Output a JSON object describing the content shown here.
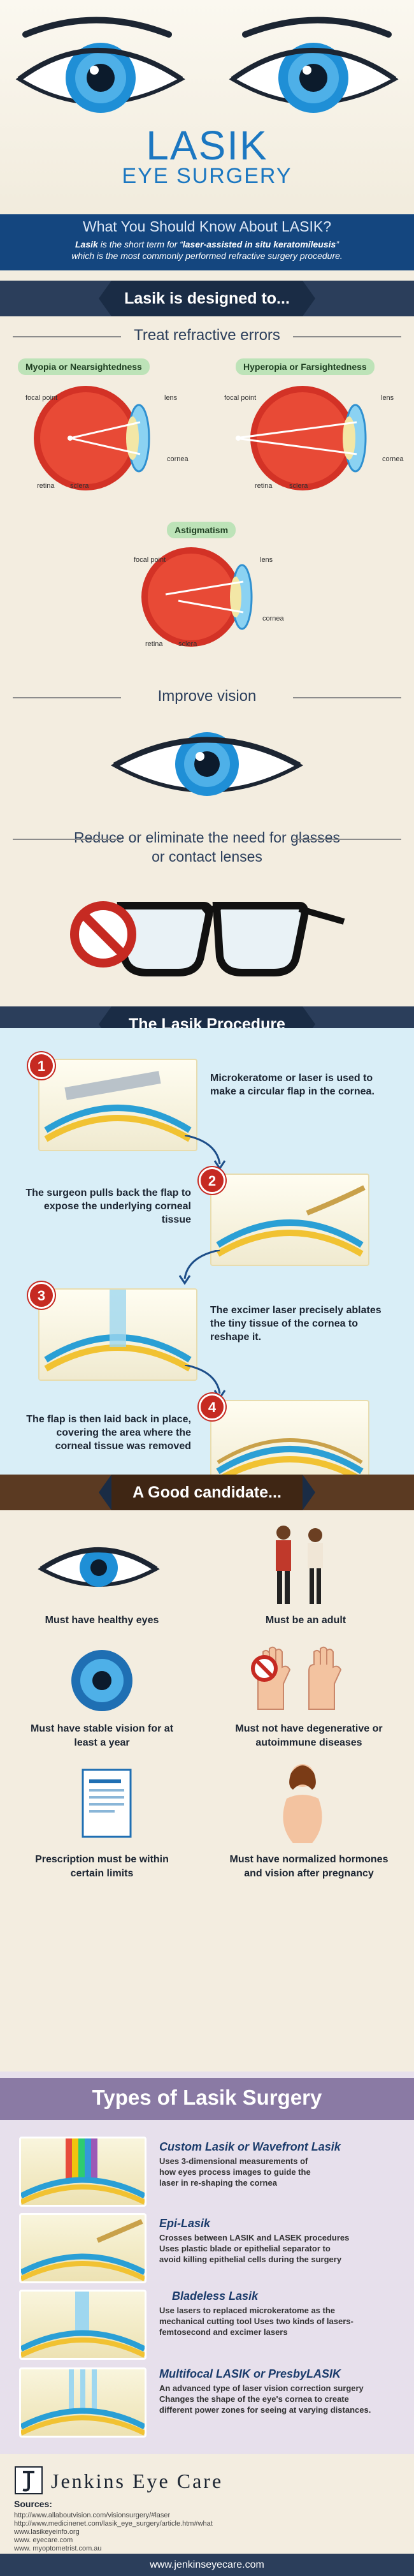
{
  "hero": {
    "title": "LASIK",
    "subtitle": "EYE SURGERY",
    "question": "What You Should Know About LASIK?",
    "desc_term": "Lasik",
    "desc_line1_mid": " is the short term for “",
    "desc_bold": "laser-assisted in situ keratomileusis",
    "desc_line1_end": "”",
    "desc_line2": "which is the most commonly performed refractive surgery procedure."
  },
  "designed": {
    "header": "Lasik is designed to...",
    "treat": "Treat refractive errors",
    "myopia": "Myopia or Nearsightedness",
    "hyperopia": "Hyperopia or Farsightedness",
    "astigmatism": "Astigmatism",
    "labels": {
      "focal_point": "focal point",
      "lens": "lens",
      "cornea": "cornea",
      "retina": "retina",
      "sclera": "sclera"
    },
    "improve": "Improve vision",
    "reduce_line1": "Reduce or eliminate the need for glasses",
    "reduce_line2": "or contact lenses"
  },
  "procedure": {
    "header": "The Lasik Procedure",
    "steps": [
      {
        "num": "1",
        "text": "Microkeratome or laser is used to make a circular flap in the cornea."
      },
      {
        "num": "2",
        "text": "The surgeon pulls back the flap to expose the underlying corneal tissue"
      },
      {
        "num": "3",
        "text": "The excimer laser precisely ablates the tiny tissue of the cornea to reshape it."
      },
      {
        "num": "4",
        "text": "The flap is then laid back in place, covering the area where the corneal tissue was removed"
      }
    ]
  },
  "candidate": {
    "header": "A Good candidate...",
    "items": [
      "Must have healthy eyes",
      "Must be an adult",
      "Must have stable vision for at least a year",
      "Must not have degenerative or autoimmune diseases",
      "Prescription must be within certain limits",
      "Must have normalized hormones and vision after pregnancy"
    ]
  },
  "types": {
    "header": "Types of Lasik Surgery",
    "items": [
      {
        "title": "Custom Lasik or Wavefront Lasik",
        "desc": "Uses 3-dimensional measurements of how eyes process images to guide the laser in re-shaping the cornea"
      },
      {
        "title": "Epi-Lasik",
        "desc": "Crosses between LASIK and LASEK procedures Uses plastic blade or epithelial separator to avoid killing epithelial cells during the surgery"
      },
      {
        "title": "Bladeless Lasik",
        "desc": "Use lasers to replaced microkeratome as the mechanical cutting tool Uses two kinds of lasers- femtosecond and excimer lasers"
      },
      {
        "title": "Multifocal LASIK or PresbyLASIK",
        "desc": "An advanced type of laser vision correction surgery Changes the shape of the eye's cornea to create different power zones for seeing at varying distances."
      }
    ]
  },
  "footer": {
    "brand": "Jenkins Eye Care",
    "sources_label": "Sources:",
    "sources": [
      "http://www.allaboutvision.com/visionsurgery/#laser",
      "http://www.medicinenet.com/lasik_eye_surgery/article.htm#what",
      "www.lasikeyeinfo.org",
      "www. eyecare.com",
      "www. myoptometrist.com.au"
    ],
    "url": "www.jenkinseyecare.com"
  },
  "colors": {
    "iris": "#1f8fd6",
    "navy": "#14467f",
    "red": "#c62a22",
    "procedure_bg": "#d9eef7",
    "types_band": "#8a7aa4"
  }
}
